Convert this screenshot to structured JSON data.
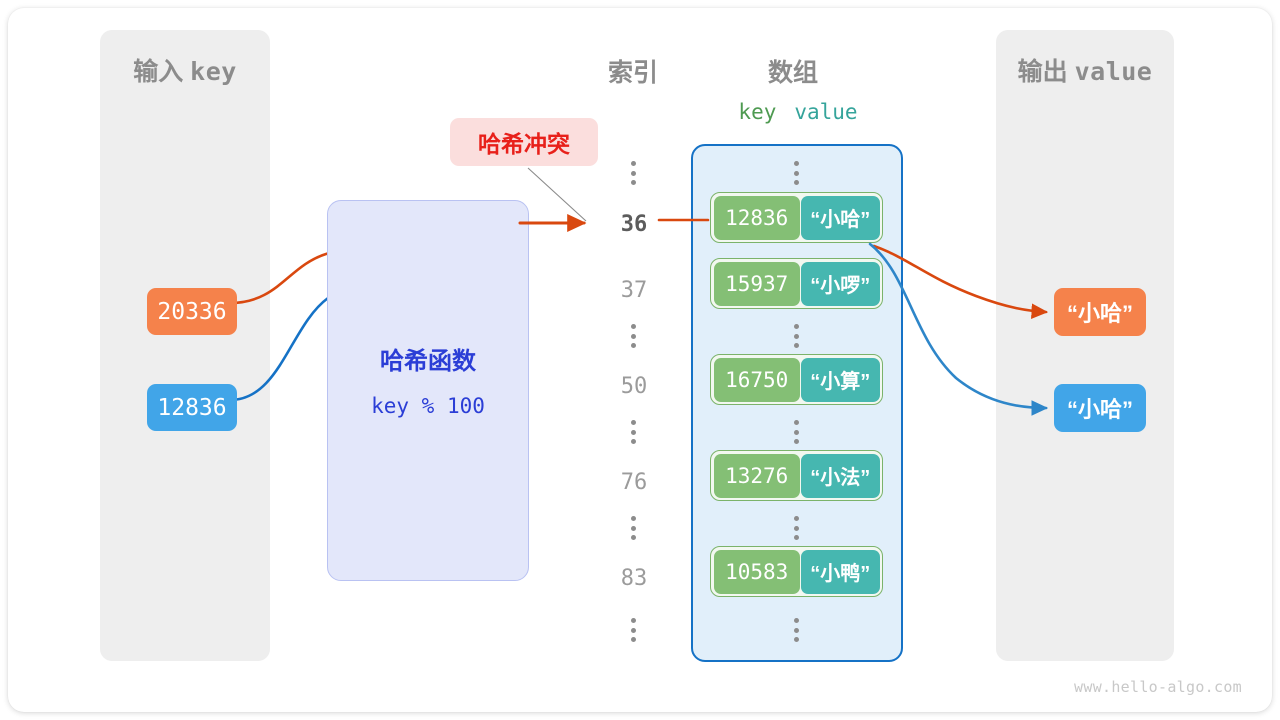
{
  "panels": {
    "input": {
      "title_cjk": "输入",
      "title_mono": "key"
    },
    "output": {
      "title_cjk": "输出",
      "title_mono": "value"
    }
  },
  "headings": {
    "index": "索引",
    "array": "数组",
    "key": "key",
    "value": "value"
  },
  "hash_function": {
    "title": "哈希函数",
    "formula": "key % 100"
  },
  "collision": {
    "label": "哈希冲突"
  },
  "inputs": [
    {
      "value": "20336",
      "color": "#f5824b"
    },
    {
      "value": "12836",
      "color": "#41a5e8"
    }
  ],
  "outputs": [
    {
      "value": "“小哈”",
      "color": "#f5824b"
    },
    {
      "value": "“小哈”",
      "color": "#41a5e8"
    }
  ],
  "array_rows": [
    {
      "type": "ellipsis"
    },
    {
      "type": "cell",
      "index": "36",
      "index_active": true,
      "key": "12836",
      "value": "“小哈”"
    },
    {
      "type": "cell",
      "index": "37",
      "index_active": false,
      "key": "15937",
      "value": "“小啰”"
    },
    {
      "type": "ellipsis"
    },
    {
      "type": "cell",
      "index": "50",
      "index_active": false,
      "key": "16750",
      "value": "“小算”"
    },
    {
      "type": "ellipsis"
    },
    {
      "type": "cell",
      "index": "76",
      "index_active": false,
      "key": "13276",
      "value": "“小法”"
    },
    {
      "type": "ellipsis"
    },
    {
      "type": "cell",
      "index": "83",
      "index_active": false,
      "key": "10583",
      "value": "“小鸭”"
    },
    {
      "type": "ellipsis"
    }
  ],
  "watermark": "www.hello-algo.com",
  "colors": {
    "orange": "#f5824b",
    "orange_line": "#d9480f",
    "blue": "#41a5e8",
    "blue_line": "#1572c6",
    "key_green": "#84bf75",
    "value_teal": "#46b7b0",
    "panel_gray": "#eeeeee",
    "hash_bg": "#e3e7fa",
    "hash_text": "#2b3ed6",
    "collision_red": "#e8201a",
    "collision_bg": "#fbdedd",
    "array_bg": "#e1effa"
  }
}
